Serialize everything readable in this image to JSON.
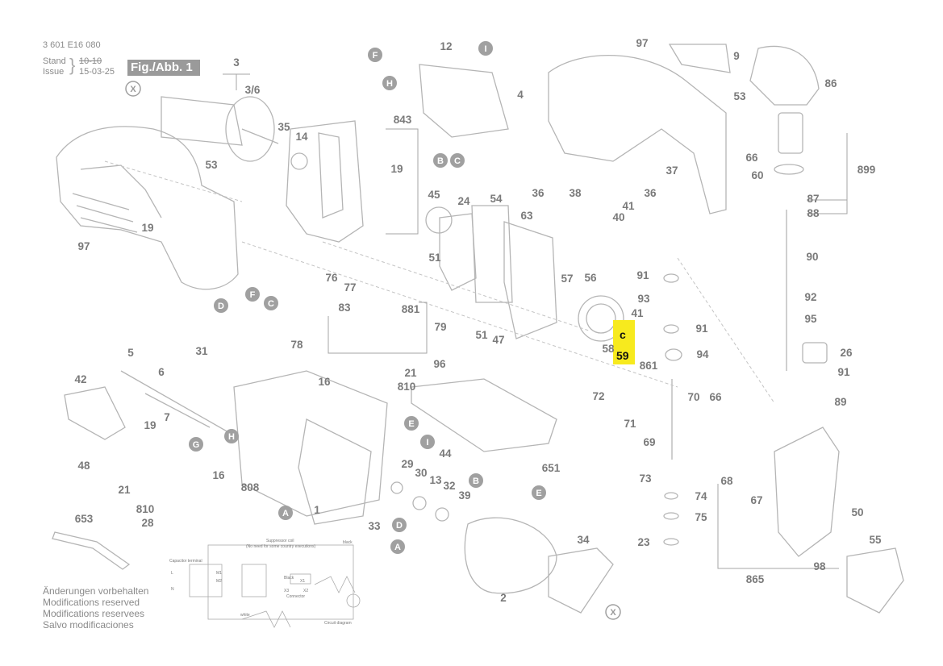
{
  "header": {
    "drawing_number": "3 601 E16 080",
    "stand_label": "Stand",
    "issue_label": "Issue",
    "stand_value": "10-10",
    "issue_value": "15-03-25",
    "figure_label": "Fig./Abb. 1"
  },
  "footer": {
    "lines": [
      "Änderungen vorbehalten",
      "Modifications reserved",
      "Modifications reservees",
      "Salvo modificaciones"
    ]
  },
  "circuit": {
    "suppressor_label": "Suppressor coil",
    "suppressor_note": "(No need for some country executions)",
    "black_top": "black",
    "capacitor_label": "Capacitor terminal",
    "black_mid": "Black",
    "connector": "Connector",
    "x1": "X1",
    "x2": "X2",
    "x3": "X3",
    "m1": "M1",
    "m2": "M2",
    "white": "white",
    "circuit_diagram": "Circuit diagram",
    "l": "L",
    "n": "N"
  },
  "highlight": {
    "part": "59",
    "color": "#f7ea1e"
  },
  "colors": {
    "line": "#9a9a9a",
    "label": "#7a7a7a",
    "circle": "#a0a0a0"
  },
  "connector_labels": [
    "F",
    "I",
    "H",
    "B",
    "C",
    "X",
    "D",
    "F",
    "C",
    "E",
    "I",
    "G",
    "H",
    "A",
    "B",
    "E",
    "D",
    "A",
    "X"
  ],
  "parts": [
    "3",
    "3/6",
    "12",
    "4",
    "97",
    "9",
    "86",
    "53",
    "53",
    "35",
    "14",
    "843",
    "19",
    "45",
    "24",
    "54",
    "63",
    "36",
    "38",
    "37",
    "36",
    "41",
    "40",
    "66",
    "60",
    "899",
    "87",
    "88",
    "90",
    "92",
    "95",
    "26",
    "91",
    "89",
    "97",
    "19",
    "76",
    "77",
    "83",
    "881",
    "79",
    "51",
    "51",
    "47",
    "57",
    "56",
    "91",
    "93",
    "41",
    "91",
    "58",
    "59",
    "861",
    "94",
    "31",
    "78",
    "5",
    "42",
    "6",
    "16",
    "21",
    "810",
    "96",
    "72",
    "71",
    "70",
    "66",
    "19",
    "7",
    "48",
    "16",
    "44",
    "651",
    "29",
    "30",
    "13",
    "32",
    "39",
    "21",
    "810",
    "28",
    "808",
    "1",
    "69",
    "68",
    "67",
    "50",
    "73",
    "74",
    "75",
    "23",
    "653",
    "33",
    "2",
    "34",
    "865",
    "98",
    "55"
  ]
}
